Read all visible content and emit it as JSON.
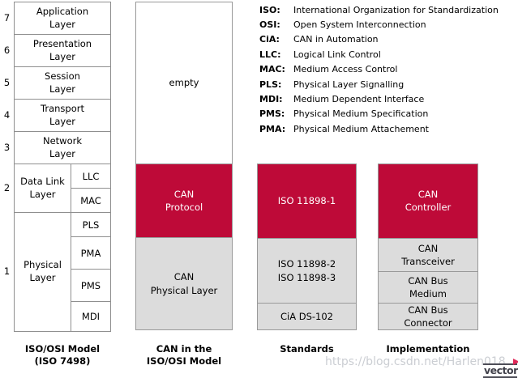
{
  "diagram": {
    "osi": {
      "caption": "ISO/OSI Model\n(ISO 7498)",
      "layers": [
        {
          "number": "7",
          "label": "Application\nLayer"
        },
        {
          "number": "6",
          "label": "Presentation\nLayer"
        },
        {
          "number": "5",
          "label": "Session\nLayer"
        },
        {
          "number": "4",
          "label": "Transport\nLayer"
        },
        {
          "number": "3",
          "label": "Network\nLayer"
        },
        {
          "number": "2",
          "label": "Data Link\nLayer",
          "sublayers": [
            "LLC",
            "MAC"
          ]
        },
        {
          "number": "1",
          "label": "Physical\nLayer",
          "sublayers": [
            "PLS",
            "PMA",
            "PMS",
            "MDI"
          ]
        }
      ]
    },
    "can_model": {
      "caption": "CAN in the\nISO/OSI Model",
      "empty": "empty",
      "protocol": "CAN\nProtocol",
      "physical": "CAN\nPhysical Layer"
    },
    "standards": {
      "caption": "Standards",
      "datalink": "ISO 11898-1",
      "physical": "ISO 11898-2\nISO 11898-3",
      "medium": "CiA DS-102"
    },
    "implementation": {
      "caption": "Implementation",
      "controller": "CAN\nController",
      "transceiver": "CAN\nTransceiver",
      "medium": "CAN Bus\nMedium",
      "connector": "CAN Bus\nConnector"
    }
  },
  "legend": {
    "items": [
      {
        "abbr": "ISO:",
        "meaning": "International Organization for Standardization"
      },
      {
        "abbr": "OSI:",
        "meaning": "Open System Interconnection"
      },
      {
        "abbr": "CiA:",
        "meaning": "CAN in Automation"
      },
      {
        "abbr": "LLC:",
        "meaning": "Logical Link Control"
      },
      {
        "abbr": "MAC:",
        "meaning": "Medium Access Control"
      },
      {
        "abbr": "PLS:",
        "meaning": "Physical Layer Signalling"
      },
      {
        "abbr": "MDI:",
        "meaning": "Medium Dependent Interface"
      },
      {
        "abbr": "PMS:",
        "meaning": "Physical Medium Specification"
      },
      {
        "abbr": "PMA:",
        "meaning": "Physical Medium Attachement"
      }
    ]
  },
  "watermark": "https://blog.csdn.net/Harlen018",
  "logo": {
    "text": "vector"
  },
  "colors": {
    "accent_red": "#BE0A38",
    "box_gray": "#DCDCDC",
    "border_gray": "#8F8F8F"
  }
}
